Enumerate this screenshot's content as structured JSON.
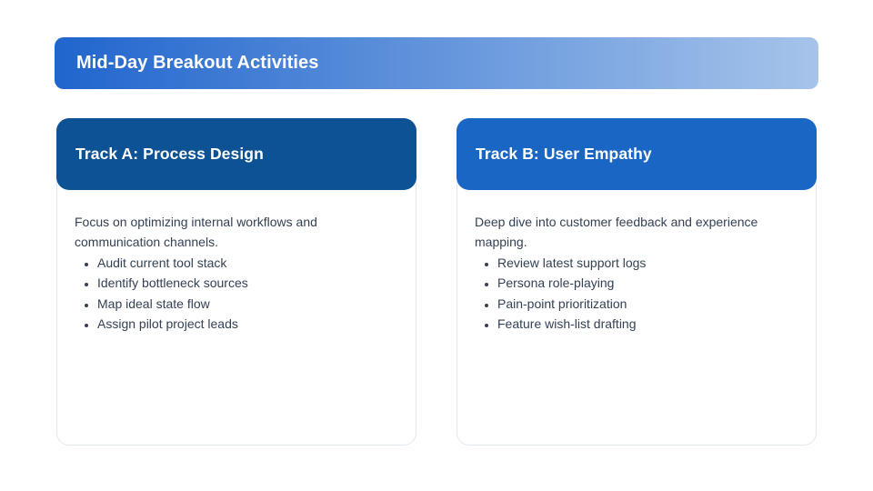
{
  "banner": {
    "title": "Mid-Day Breakout Activities",
    "gradient_start": "#2065cd",
    "gradient_end": "#a6c4ea",
    "text_color": "#ffffff"
  },
  "cards": [
    {
      "title": "Track A: Process Design",
      "header_color": "#0d5295",
      "description": "Focus on optimizing internal workflows and communication channels.",
      "bullets": [
        "Audit current tool stack",
        "Identify bottleneck sources",
        "Map ideal state flow",
        "Assign pilot project leads"
      ]
    },
    {
      "title": "Track B: User Empathy",
      "header_color": "#1a66c4",
      "description": "Deep dive into customer feedback and experience mapping.",
      "bullets": [
        "Review latest support logs",
        "Persona role-playing",
        "Pain-point prioritization",
        "Feature wish-list drafting"
      ]
    }
  ],
  "colors": {
    "page_background": "#ffffff",
    "card_border": "#e2e8f0",
    "body_text": "#334155"
  }
}
